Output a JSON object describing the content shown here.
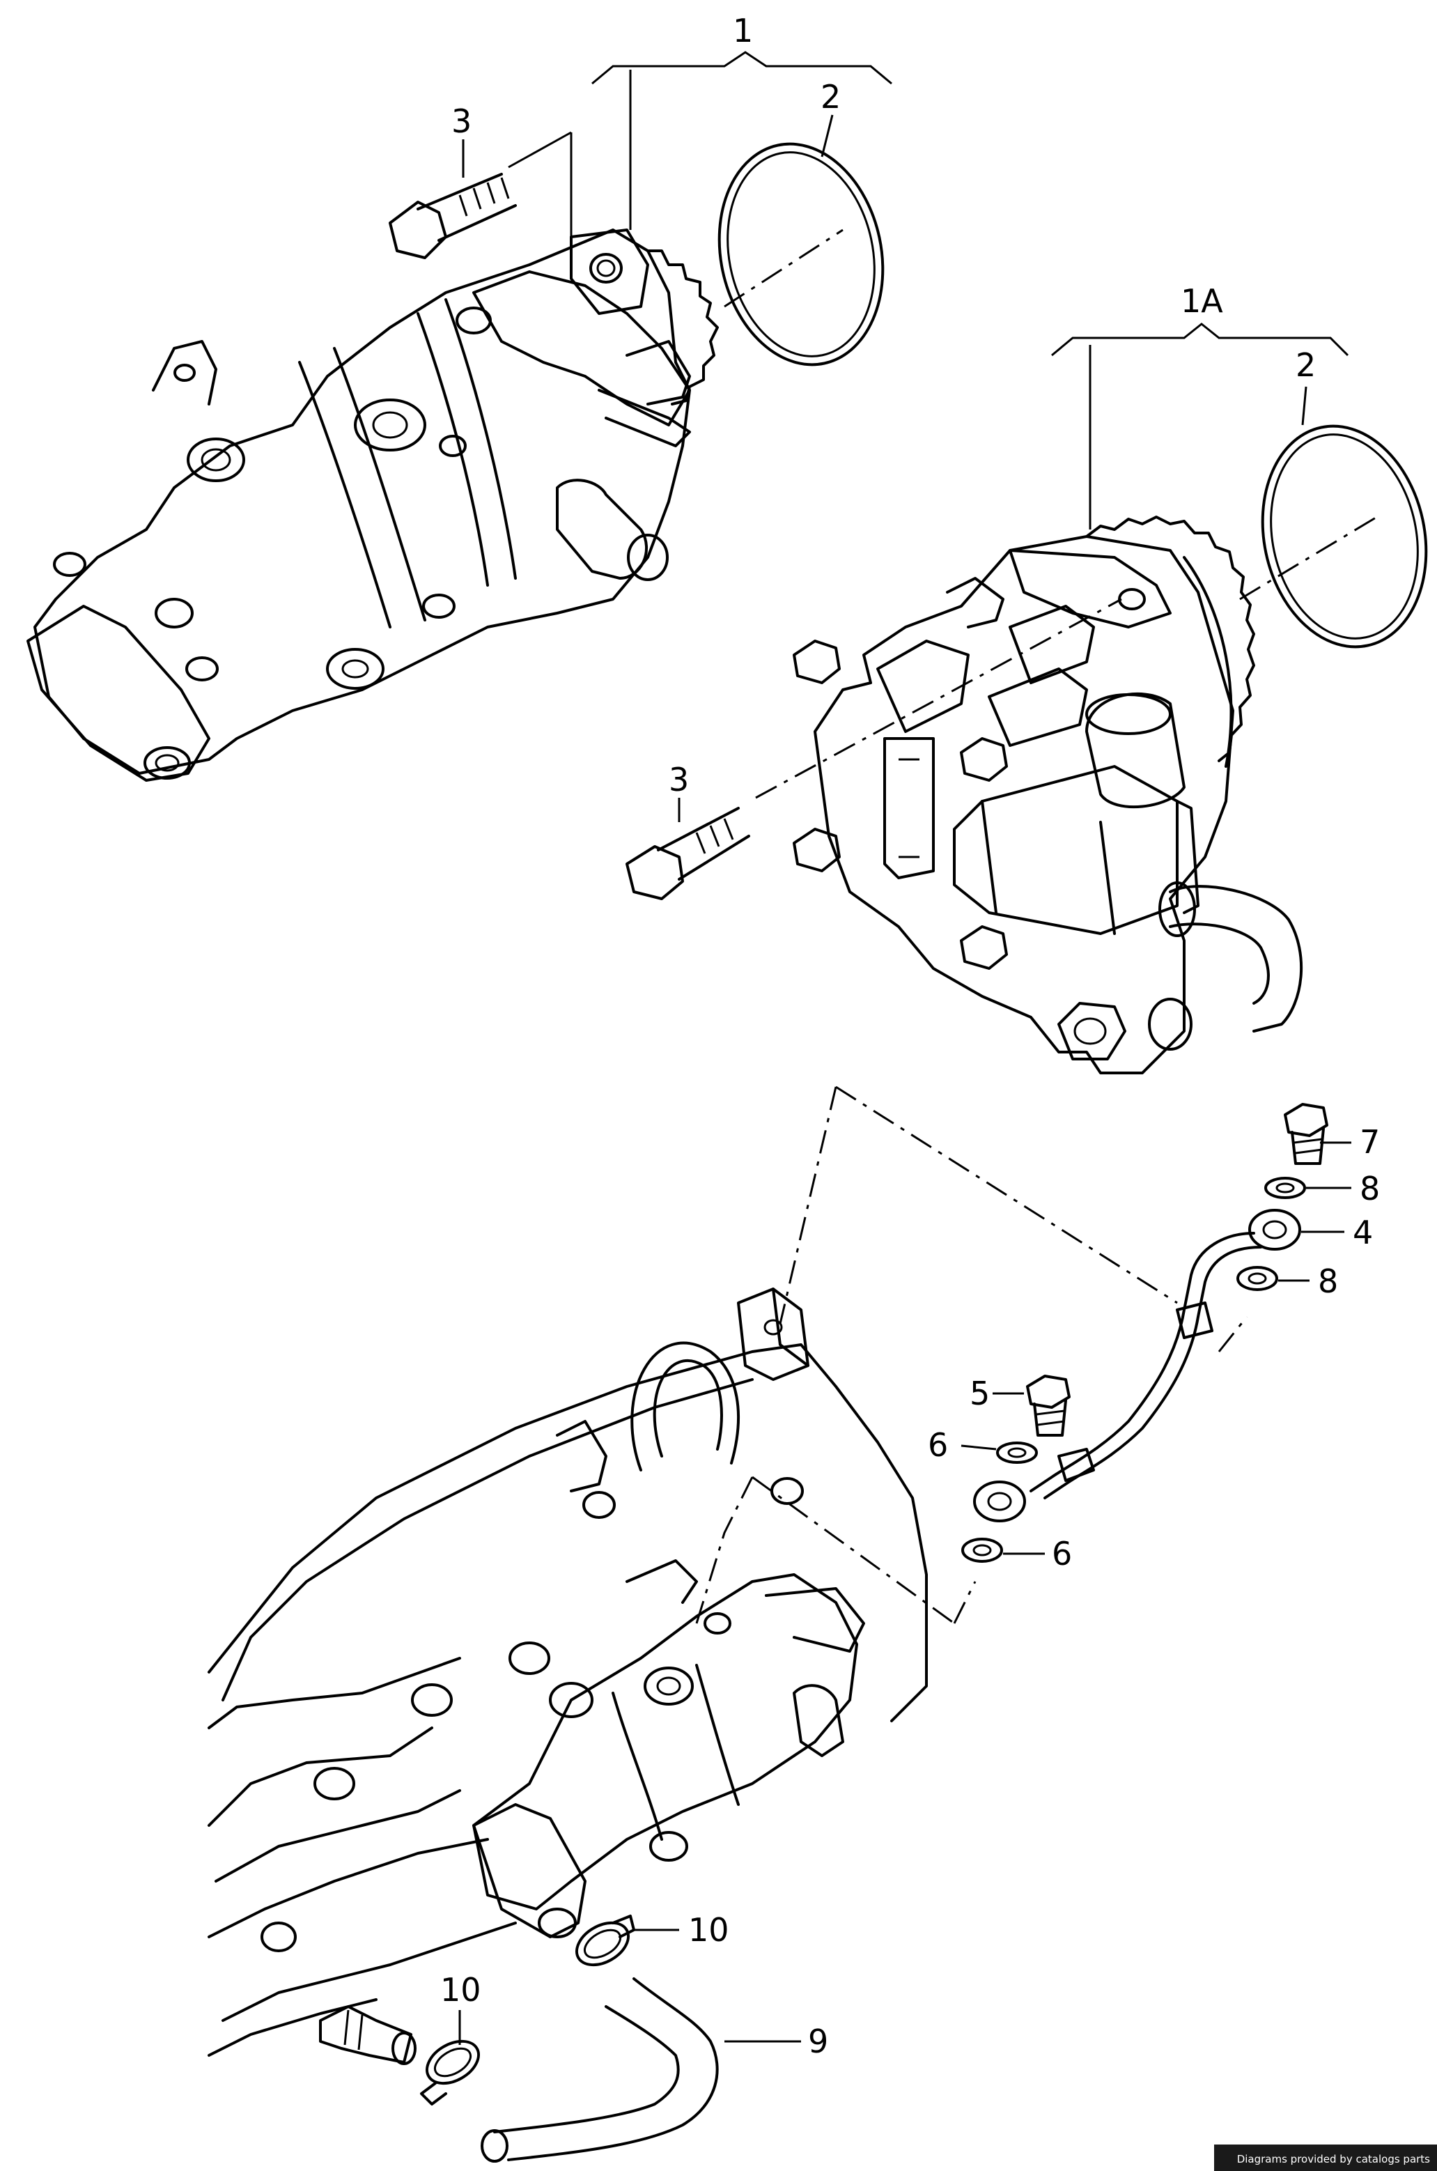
{
  "callouts": {
    "c1": "1",
    "c2_top": "2",
    "c3_top": "3",
    "c1a": "1A",
    "c2_right": "2",
    "c3_mid": "3",
    "c7": "7",
    "c8_upper": "8",
    "c4": "4",
    "c8_lower": "8",
    "c5": "5",
    "c6_upper": "6",
    "c6_lower": "6",
    "c10_right": "10",
    "c10_left": "10",
    "c9": "9"
  },
  "footer": {
    "credit": "Diagrams provided by catalogs parts"
  }
}
